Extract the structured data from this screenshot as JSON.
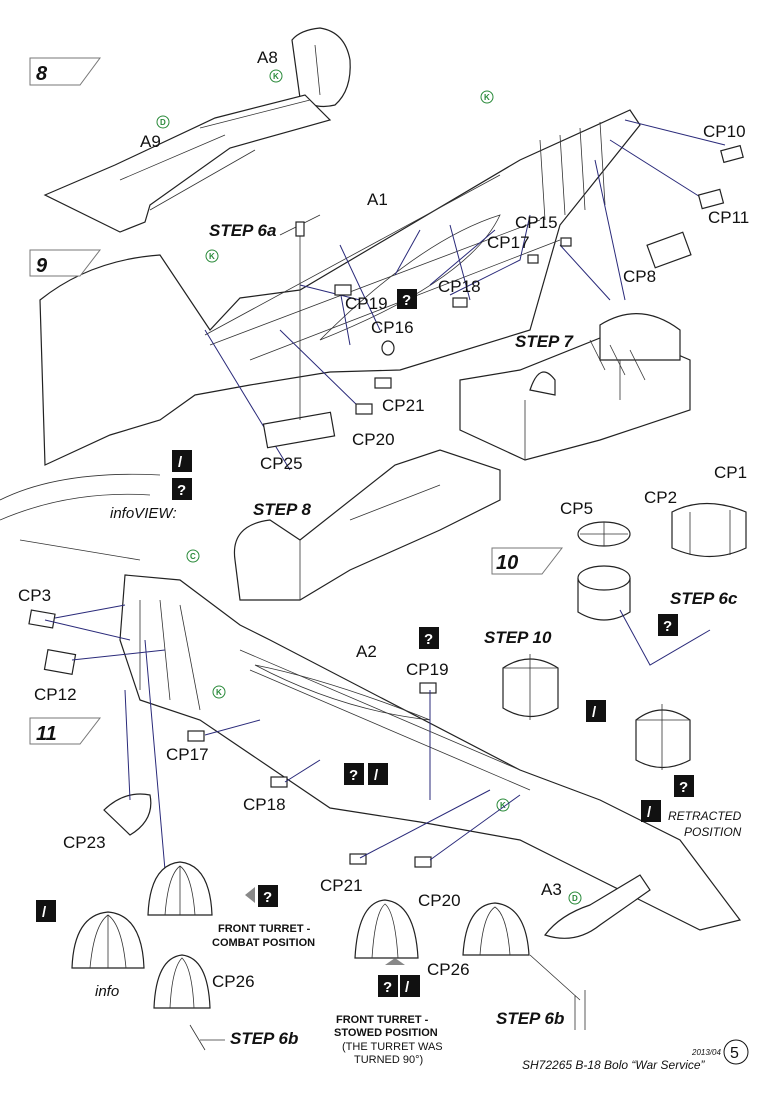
{
  "steps": {
    "s8": "8",
    "s9": "9",
    "s10": "10",
    "s11": "11"
  },
  "step_labels": {
    "step6a": "STEP 6a",
    "step7": "STEP 7",
    "step8": "STEP 8",
    "step10": "STEP 10",
    "step6c": "STEP 6c",
    "step6b_left": "STEP 6b",
    "step6b_right": "STEP 6b"
  },
  "parts": {
    "A8": "A8",
    "A9": "A9",
    "A1": "A1",
    "A2": "A2",
    "A3": "A3",
    "CP10": "CP10",
    "CP11": "CP11",
    "CP15": "CP15",
    "CP17_top": "CP17",
    "CP8": "CP8",
    "CP18_top": "CP18",
    "CP19_top": "CP19",
    "CP16": "CP16",
    "CP21_top": "CP21",
    "CP20_top": "CP20",
    "CP25": "CP25",
    "CP5": "CP5",
    "CP2": "CP2",
    "CP1": "CP1",
    "CP3": "CP3",
    "CP12": "CP12",
    "CP17_bot": "CP17",
    "CP18_bot": "CP18",
    "CP19_bot": "CP19",
    "CP23": "CP23",
    "CP21_bot": "CP21",
    "CP20_bot": "CP20",
    "CP26_left": "CP26",
    "CP26_right": "CP26"
  },
  "badges": {
    "k": "K",
    "d": "D",
    "c": "C"
  },
  "notes": {
    "infoview": "infoVIEW:",
    "info": "info",
    "retracted_1": "RETRACTED",
    "retracted_2": "POSITION",
    "front_combat_1": "FRONT TURRET -",
    "front_combat_2": "COMBAT POSITION",
    "front_stowed_1": "FRONT TURRET -",
    "front_stowed_2": "STOWED POSITION",
    "front_stowed_3": "(THE TURRET WAS",
    "front_stowed_4": "TURNED 90°)"
  },
  "icons": {
    "question": "?",
    "lightning": "/"
  },
  "footer": {
    "date": "2013/04",
    "title": "SH72265 B-18 Bolo “War Service”",
    "page": "5"
  }
}
